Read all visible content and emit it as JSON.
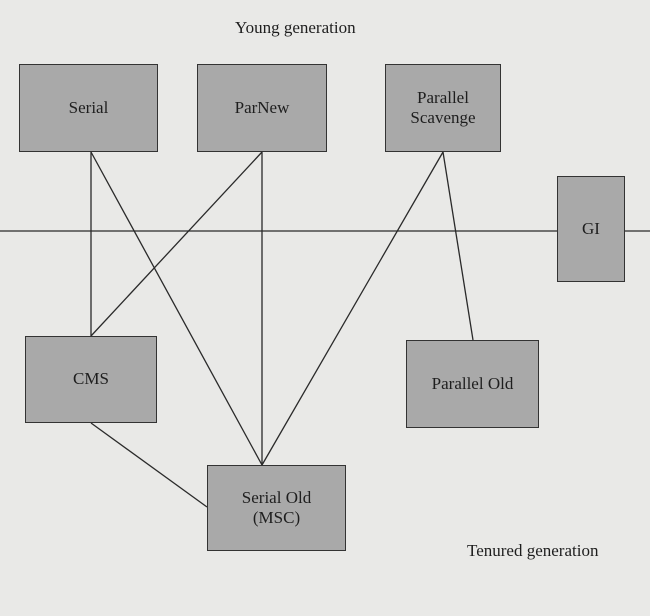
{
  "labels": {
    "young_generation": "Young generation",
    "tenured_generation": "Tenured generation"
  },
  "collectors": {
    "serial": "Serial",
    "parnew": "ParNew",
    "parallel_scavenge_line1": "Parallel",
    "parallel_scavenge_line2": "Scavenge",
    "g1": "GI",
    "cms": "CMS",
    "parallel_old": "Parallel Old",
    "serial_old_line1": "Serial Old",
    "serial_old_line2": "(MSC)"
  },
  "colors": {
    "background": "#e9e9e7",
    "box_fill": "#a9a9a9",
    "line": "#2a2a2a"
  }
}
